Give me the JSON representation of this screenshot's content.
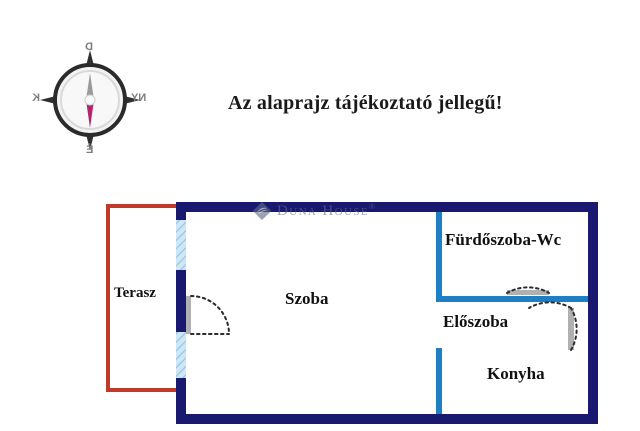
{
  "page": {
    "title": "Az alaprajz tájékoztató jellegű!",
    "background_color": "#ffffff"
  },
  "compass": {
    "name": "compass-rose",
    "mirrored": true,
    "labels": {
      "top": "D",
      "left": "K",
      "right": "NY",
      "bottom": "É"
    },
    "needle_color": "#b3246b",
    "ring_color": "#2b2b2b",
    "label_color": "#7d7d7d"
  },
  "watermark": {
    "text": "Duna House",
    "registered_mark": "®",
    "icon": "duna-house-logo-icon",
    "color": "#5e6a86"
  },
  "floorplan": {
    "colors": {
      "exterior_wall": "#191970",
      "terrace_wall": "#c0392b",
      "interior_wall": "#1f7fc4",
      "window_hatch": "#a8d4ee",
      "door_leaf": "#b0b0b0",
      "door_arc": "#2b2b2b",
      "room_fill": "#ffffff"
    },
    "rooms": [
      {
        "id": "terasz",
        "label": "Terasz",
        "wall_style": "terrace"
      },
      {
        "id": "szoba",
        "label": "Szoba",
        "wall_style": "exterior"
      },
      {
        "id": "furdoszoba_wc",
        "label": "Fürdőszoba-Wc",
        "wall_style": "interior"
      },
      {
        "id": "eloszoba",
        "label": "Előszoba",
        "wall_style": "interior"
      },
      {
        "id": "konyha",
        "label": "Konyha",
        "wall_style": "interior"
      }
    ],
    "doors": [
      {
        "id": "door-szoba-terasz",
        "swing": "quarter-arc"
      },
      {
        "id": "door-furdoszoba",
        "swing": "quarter-arc"
      },
      {
        "id": "door-eloszoba-entry",
        "swing": "quarter-arc"
      }
    ],
    "windows": [
      {
        "id": "window-terrace-side",
        "style": "hatched"
      }
    ]
  }
}
